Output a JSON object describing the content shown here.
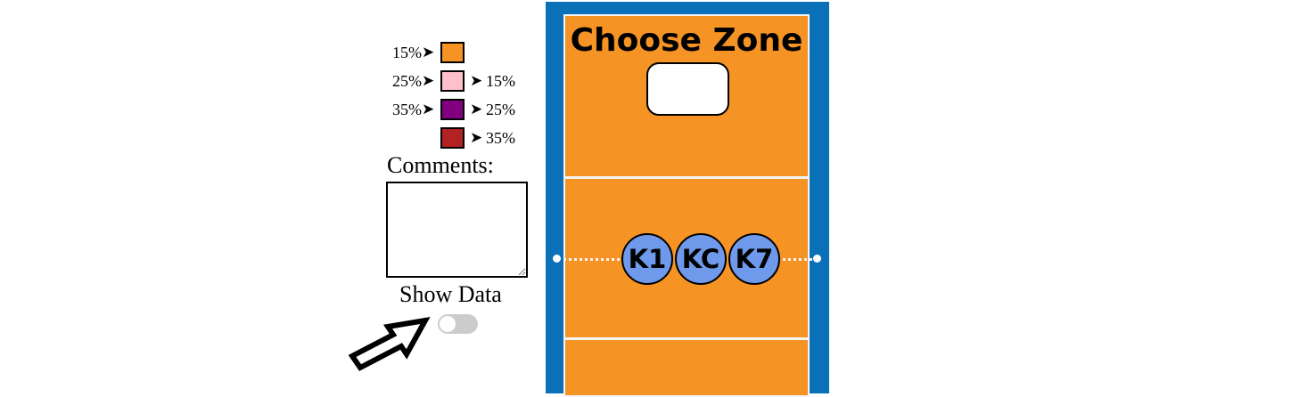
{
  "legend": {
    "rows": [
      {
        "left_pct": "15%",
        "color": "#f59325",
        "right_pct": ""
      },
      {
        "left_pct": "25%",
        "color": "#ffc0cb",
        "right_pct": "15%"
      },
      {
        "left_pct": "35%",
        "color": "#800080",
        "right_pct": "25%"
      },
      {
        "left_pct": "",
        "color": "#b22222",
        "right_pct": "35%"
      }
    ],
    "arrow_glyph": "➤"
  },
  "comments": {
    "label": "Comments:",
    "value": ""
  },
  "show_data": {
    "label": "Show Data",
    "enabled": false
  },
  "court": {
    "title": "Choose Zone",
    "zone_value": "",
    "frame_color": "#0a70b8",
    "floor_color": "#f59325",
    "players": [
      {
        "label": "K1",
        "color": "#6f99ea"
      },
      {
        "label": "KC",
        "color": "#6f99ea"
      },
      {
        "label": "K7",
        "color": "#6f99ea"
      }
    ]
  }
}
